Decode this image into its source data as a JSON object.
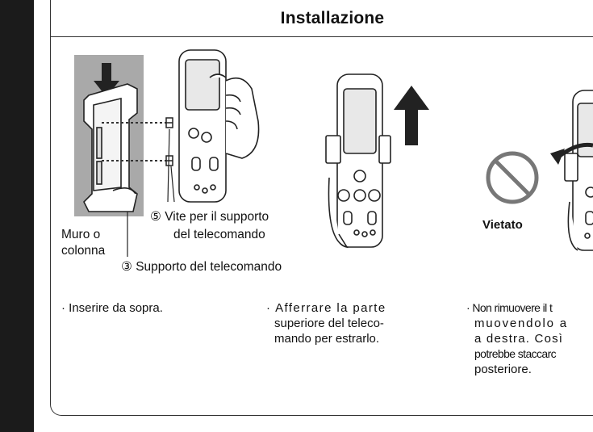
{
  "title": "Installazione",
  "labels": {
    "wall": [
      "Muro o",
      "colonna"
    ],
    "screw": [
      "⑤ Vite per il supporto",
      "del telecomando"
    ],
    "holder": "③ Supporto del telecomando",
    "prohibited": "Vietato"
  },
  "notes": {
    "note1": "· Inserire da sopra.",
    "note2": [
      "· Afferrare la parte",
      "superiore del teleco-",
      "mando per estrarlo."
    ],
    "note3": [
      "· Non rimuovere il t",
      "muovendolo a",
      "a destra. Così",
      "potrebbe staccarc",
      "posteriore."
    ]
  },
  "icons": {
    "prohibited": "prohibited-icon",
    "arrow_down": "arrow-down-icon",
    "arrow_up": "arrow-up-icon",
    "rotate": "rotate-arrow-icon"
  }
}
